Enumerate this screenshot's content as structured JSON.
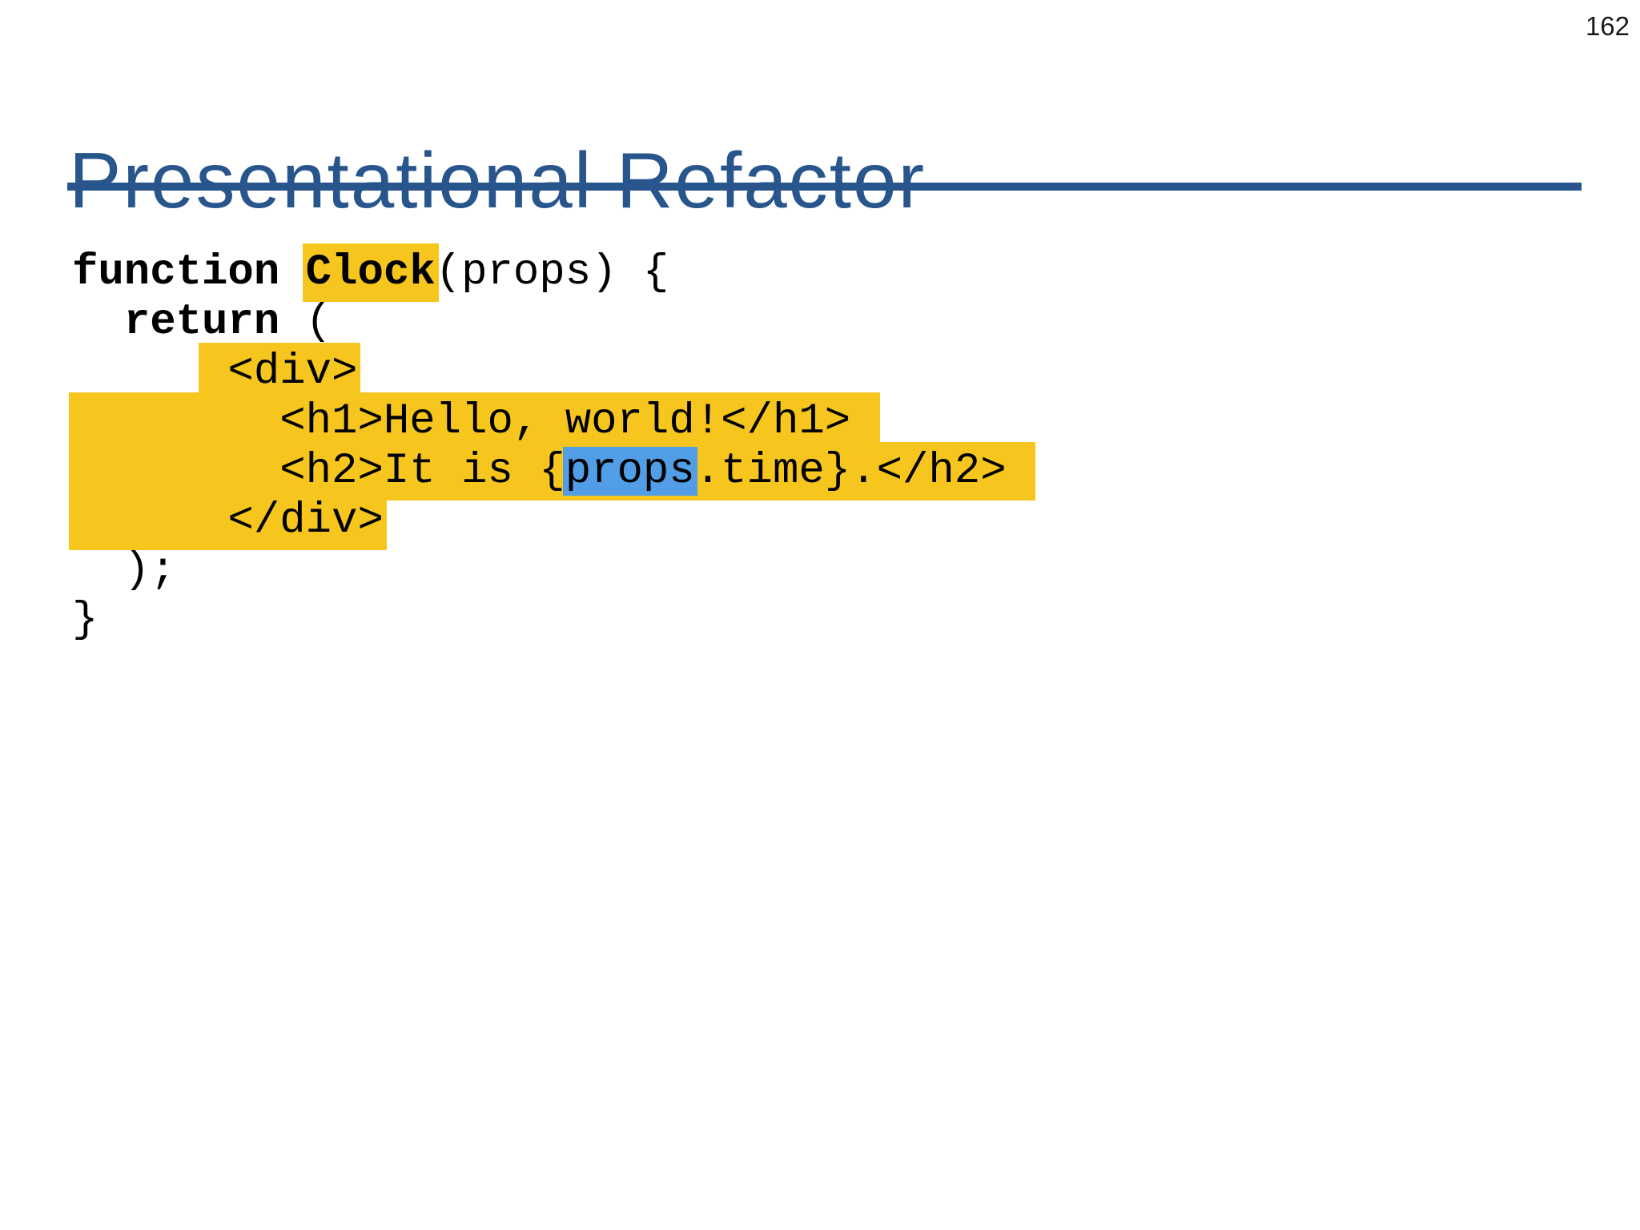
{
  "page_number": "162",
  "title": "Presentational Refactor",
  "colors": {
    "accent_blue": "#28558C",
    "highlight_yellow": "#F6C61E",
    "highlight_blue": "#519DE6",
    "code_text": "#000000"
  },
  "code": {
    "language": "jsx",
    "lines": [
      {
        "segments": [
          {
            "text": "function "
          },
          {
            "text": "Clock"
          },
          {
            "text": "(props) {"
          }
        ]
      },
      {
        "segments": [
          {
            "text": "  "
          },
          {
            "text": "return"
          },
          {
            "text": " ("
          }
        ]
      },
      {
        "segments": [
          {
            "text": "     "
          },
          {
            "text": " <div>"
          }
        ]
      },
      {
        "segments": [
          {
            "text": "        <h1>Hello, world!</h1> "
          }
        ]
      },
      {
        "segments": [
          {
            "text": "        <h2>It is {"
          },
          {
            "text": "props"
          },
          {
            "text": ".time}.</h2> "
          }
        ]
      },
      {
        "segments": [
          {
            "text": "      </div>"
          }
        ]
      },
      {
        "segments": [
          {
            "text": "  );"
          }
        ]
      },
      {
        "segments": [
          {
            "text": "}"
          }
        ]
      }
    ]
  }
}
